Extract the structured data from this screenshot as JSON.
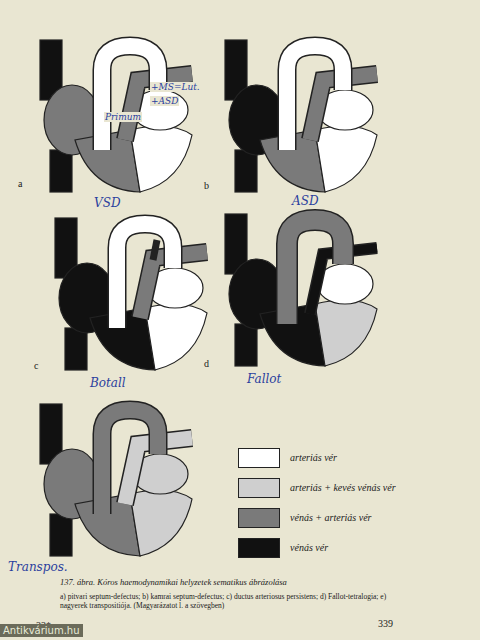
{
  "diagram": {
    "caption": "137. ábra. Kóros haemodynamikai helyzetek sematikus ábrázolása",
    "labels": [
      "a",
      "VSD",
      "+MS=Lut.",
      "+ASD",
      "Primum",
      "b",
      "ASD",
      "c",
      "Botall",
      "d",
      "Fallot",
      "Transpos.",
      "a) pitvari septum-defectus; b) kamrai septum-defectus; c) ductus arteriosus persistens; d) Fallot-tetralogia; e) nagyerek transpositiója. (Magyarázatot l. a szövegben)",
      "339",
      "22*",
      "Antikvárium.hu"
    ],
    "legend": [
      {
        "text": "arteriás vér",
        "color": "#ffffff"
      },
      {
        "text": "arteriás + kevés vénás vér",
        "color": "#cfcfcf"
      },
      {
        "text": "vénás + arteriás vér",
        "color": "#7a7a7a"
      },
      {
        "text": "vénás vér",
        "color": "#111111"
      }
    ]
  }
}
